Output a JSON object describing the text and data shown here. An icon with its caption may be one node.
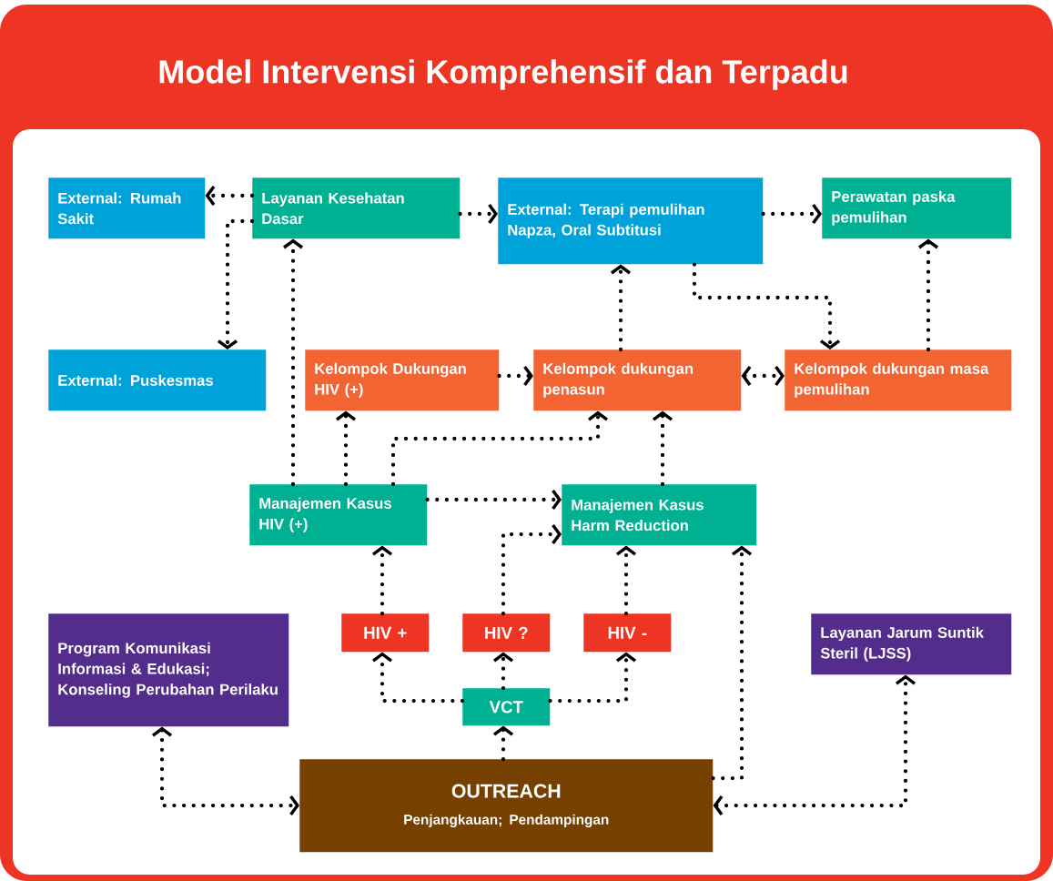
{
  "diagram": {
    "title": "Model Intervensi Komprehensif dan Terpadu",
    "nodes": [
      {
        "text": [
          "External: Rumah Sakit"
        ]
      },
      {
        "text": [
          "Layanan Kesehatan Dasar"
        ]
      },
      {
        "text": [
          "External: Terapi pemulihan Napza, Oral Subtitusi"
        ]
      },
      {
        "text": [
          "Perawatan paska pemulihan"
        ]
      },
      {
        "text": [
          "External: Puskesmas"
        ]
      },
      {
        "text": [
          "Kelompok Dukungan HIV (+)"
        ]
      },
      {
        "text": [
          "Kelompok dukungan penasun"
        ]
      },
      {
        "text": [
          "Kelompok dukungan masa pemulihan"
        ]
      },
      {
        "text": [
          "Manajemen Kasus HIV (+)"
        ]
      },
      {
        "text": [
          "Manajemen Kasus Harm Reduction"
        ]
      },
      {
        "text": [
          "Program Komunikasi Informasi & Edukasi; Konseling Perubahan Perilaku"
        ]
      },
      {
        "text": [
          "HIV +"
        ]
      },
      {
        "text": [
          "HIV ?"
        ]
      },
      {
        "text": [
          "HIV -"
        ]
      },
      {
        "text": [
          "Layanan Jarum Suntik Steril (LJSS)"
        ]
      },
      {
        "text": [
          "VCT"
        ]
      },
      {
        "text": [
          "OUTREACH",
          "Penjangkauan; Pendampingan"
        ]
      }
    ],
    "edges": [
      {
        "from": 1,
        "to": 0,
        "arrow": "to"
      },
      {
        "from": 1,
        "to": 4,
        "arrow": "to"
      },
      {
        "from": 1,
        "to": 2,
        "arrow": "to"
      },
      {
        "from": 2,
        "to": 3,
        "arrow": "to"
      },
      {
        "from": 2,
        "to": 7,
        "arrow": "to"
      },
      {
        "from": 6,
        "to": 2,
        "arrow": "to"
      },
      {
        "from": 7,
        "to": 3,
        "arrow": "to"
      },
      {
        "from": 5,
        "to": 6,
        "arrow": "to"
      },
      {
        "from": 6,
        "to": 7,
        "arrow": "both"
      },
      {
        "from": 8,
        "to": 1,
        "arrow": "to"
      },
      {
        "from": 8,
        "to": 5,
        "arrow": "to"
      },
      {
        "from": 8,
        "to": 6,
        "arrow": "to"
      },
      {
        "from": 8,
        "to": 9,
        "arrow": "to"
      },
      {
        "from": 9,
        "to": 6,
        "arrow": "to"
      },
      {
        "from": 11,
        "to": 8,
        "arrow": "to"
      },
      {
        "from": 12,
        "to": 9,
        "arrow": "to"
      },
      {
        "from": 13,
        "to": 9,
        "arrow": "to"
      },
      {
        "from": 15,
        "to": 11,
        "arrow": "to"
      },
      {
        "from": 15,
        "to": 12,
        "arrow": "to"
      },
      {
        "from": 15,
        "to": 13,
        "arrow": "to"
      },
      {
        "from": 16,
        "to": 15,
        "arrow": "to"
      },
      {
        "from": 16,
        "to": 9,
        "arrow": "to"
      },
      {
        "from": 10,
        "to": 16,
        "arrow": "both"
      },
      {
        "from": 16,
        "to": 14,
        "arrow": "both"
      }
    ]
  }
}
